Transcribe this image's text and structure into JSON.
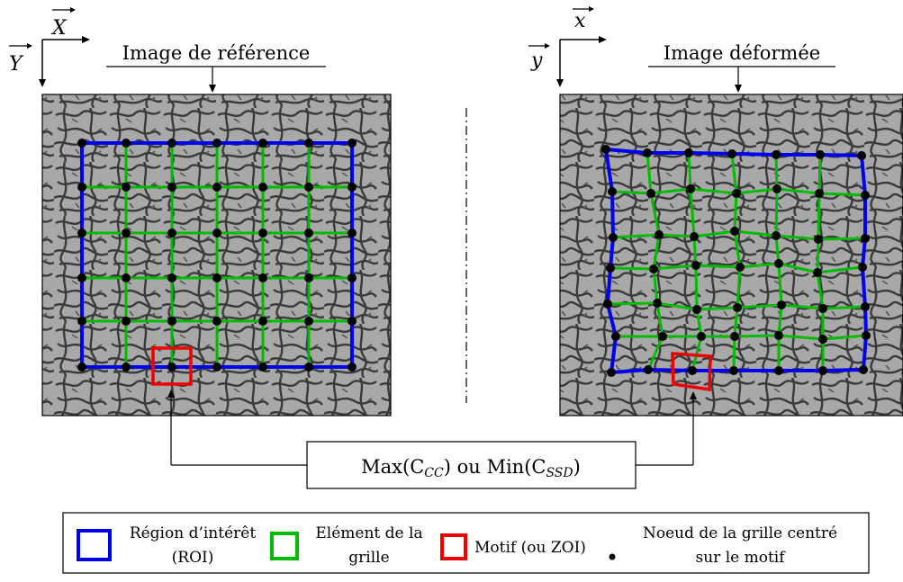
{
  "reference": {
    "title": "Image de référence",
    "axis_x": "X",
    "axis_y": "Y"
  },
  "deformed": {
    "title": "Image déformée",
    "axis_x": "x",
    "axis_y": "y"
  },
  "criterion": {
    "max": "Max(C",
    "max_sub": "CC",
    "ou": ") ou Min(C",
    "min_sub": "SSD",
    "close": ")"
  },
  "legend": {
    "roi_line1": "Région d’intérêt",
    "roi_line2": "(ROI)",
    "element_line1": "Elément de la",
    "element_line2": "grille",
    "motif": "Motif (ou ZOI)",
    "node_line1": "Noeud de la grille centré",
    "node_line2": "sur le motif"
  },
  "colors": {
    "roi": "#0000ee",
    "grid": "#00bb00",
    "motif": "#ee0000",
    "node": "#000000",
    "image_bg": "#9a9a9a"
  }
}
